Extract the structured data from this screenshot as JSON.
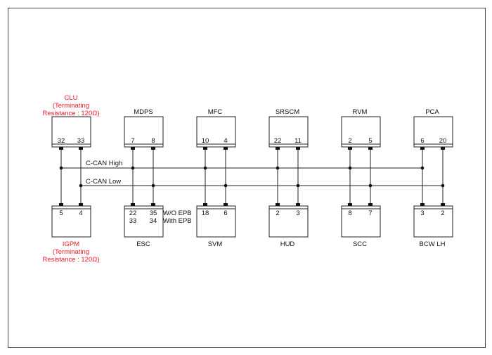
{
  "diagram": {
    "bus_high_label": "C-CAN High",
    "bus_low_label": "C-CAN Low",
    "colors": {
      "line": "#222222",
      "warning_text": "#ee1c25"
    },
    "top_modules": [
      {
        "name": "CLU",
        "pin_high": "32",
        "pin_low": "33",
        "note_lines": [
          "CLU",
          "(Terminating",
          "Resistance : 120Ω)"
        ]
      },
      {
        "name": "MDPS",
        "pin_high": "7",
        "pin_low": "8"
      },
      {
        "name": "MFC",
        "pin_high": "10",
        "pin_low": "4"
      },
      {
        "name": "SRSCM",
        "pin_high": "22",
        "pin_low": "11"
      },
      {
        "name": "RVM",
        "pin_high": "2",
        "pin_low": "5"
      },
      {
        "name": "PCA",
        "pin_high": "6",
        "pin_low": "20"
      }
    ],
    "bottom_modules": [
      {
        "name": "IGPM",
        "pin_high": "5",
        "pin_low": "4",
        "note_lines": [
          "IGPM",
          "(Terminating",
          "Resistance : 120Ω)"
        ]
      },
      {
        "name": "ESC",
        "pin_high": "22",
        "pin_low": "35",
        "alt_pin_high": "33",
        "alt_pin_low": "34",
        "variant_1": "W/O EPB",
        "variant_2": "With EPB"
      },
      {
        "name": "SVM",
        "pin_high": "18",
        "pin_low": "6"
      },
      {
        "name": "HUD",
        "pin_high": "2",
        "pin_low": "3"
      },
      {
        "name": "SCC",
        "pin_high": "8",
        "pin_low": "7"
      },
      {
        "name": "BCW LH",
        "pin_high": "3",
        "pin_low": "2"
      }
    ]
  }
}
